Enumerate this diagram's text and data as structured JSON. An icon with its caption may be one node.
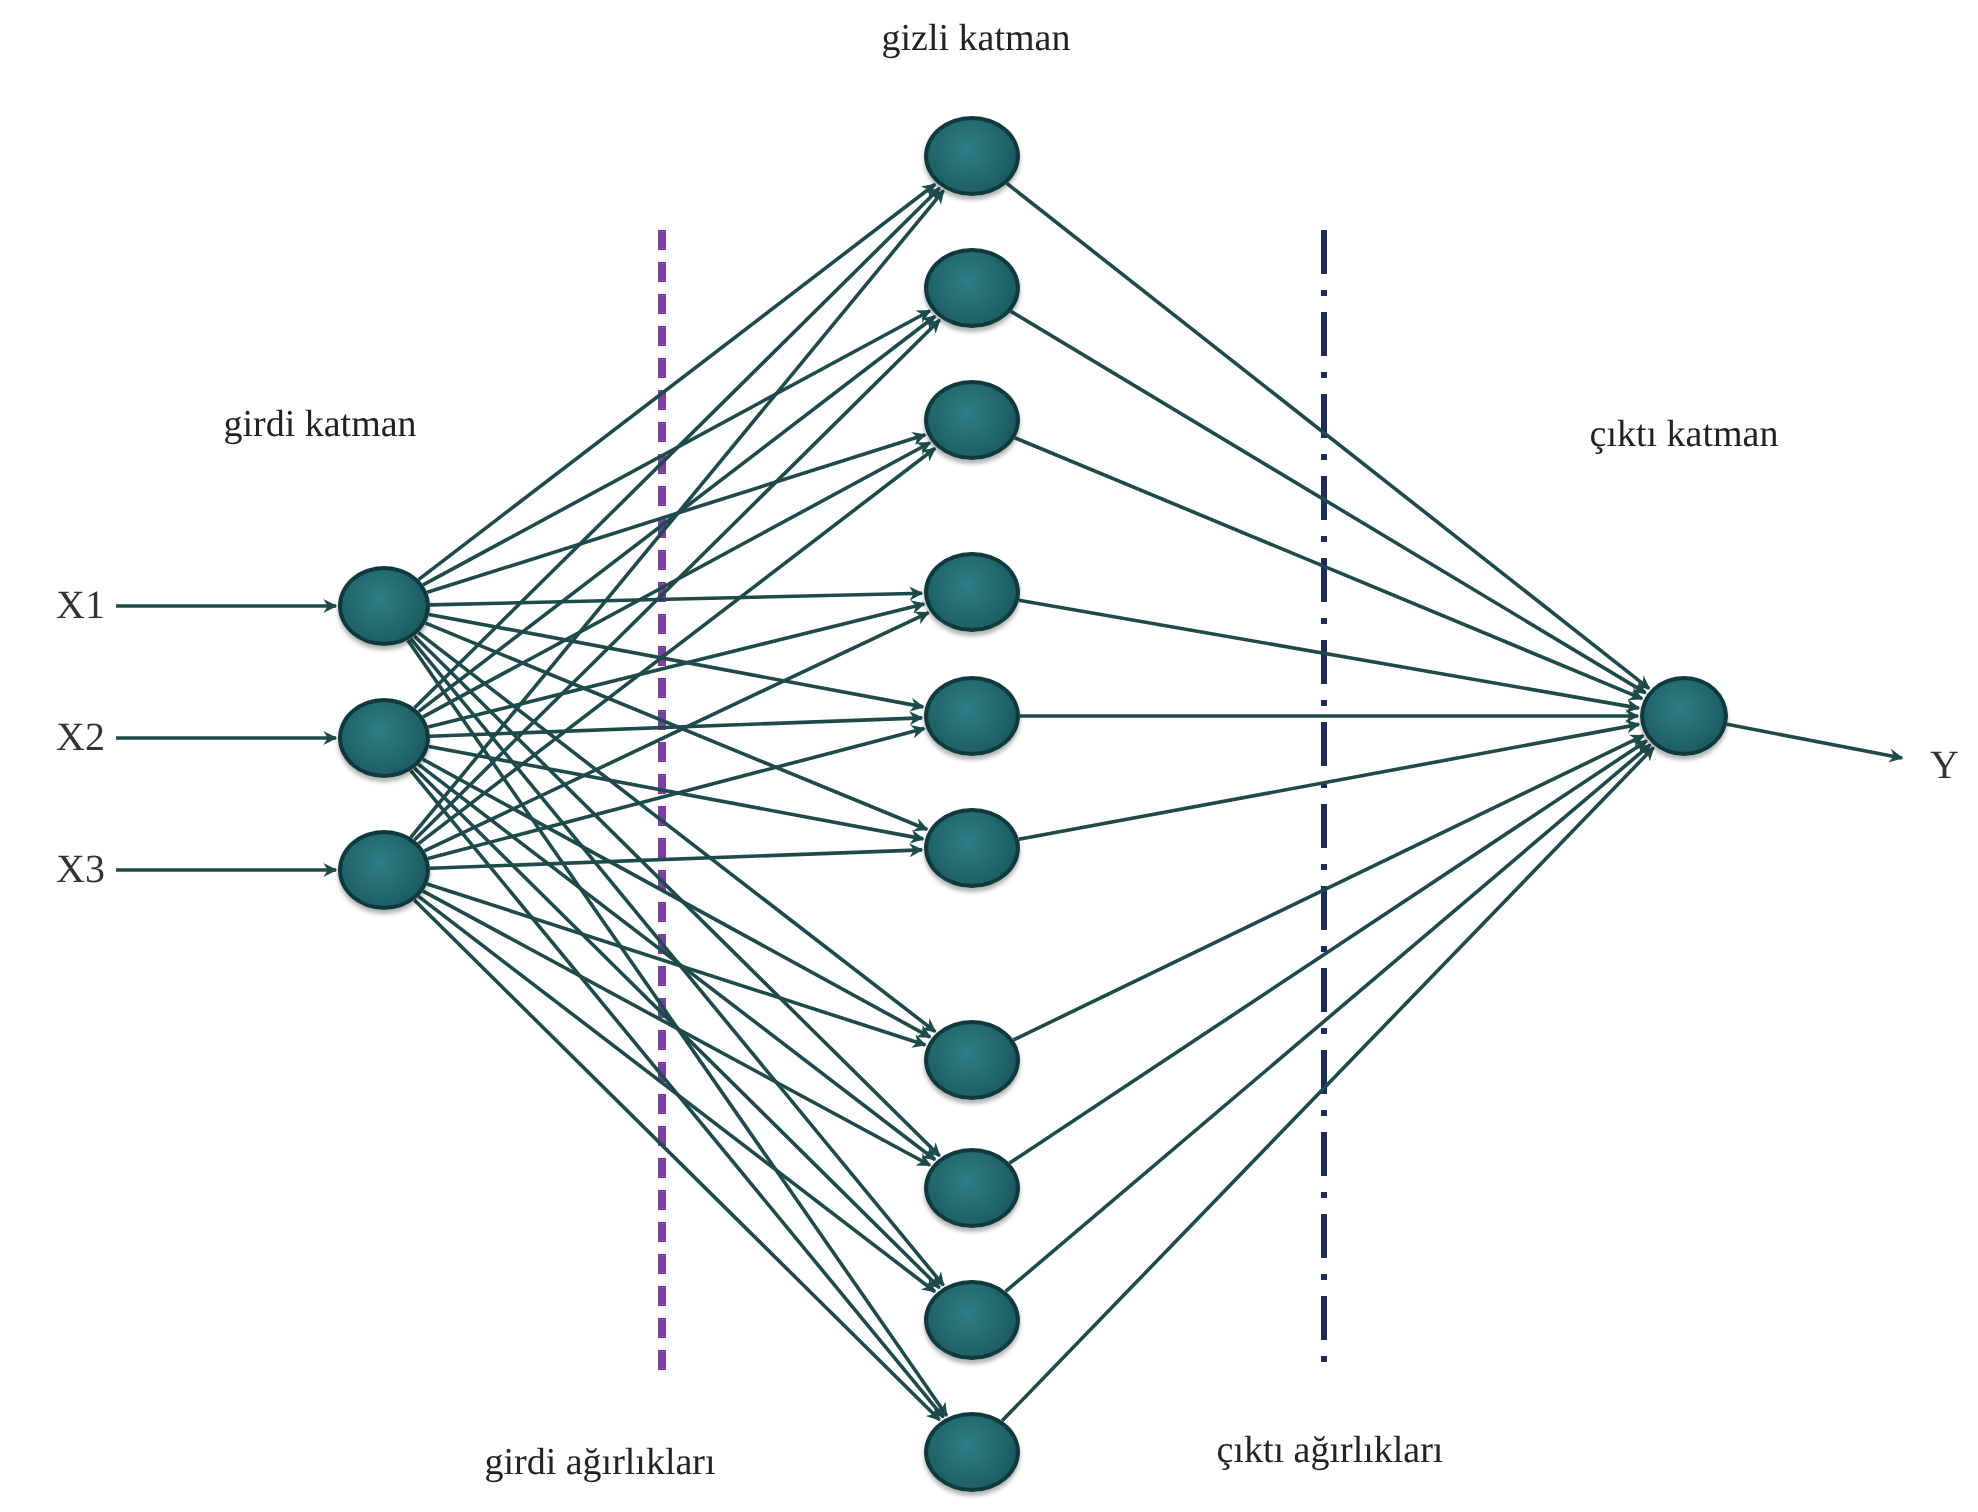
{
  "diagram": {
    "nodes": [
      {
        "text": [
          "X1"
        ]
      },
      {
        "text": [
          "X2"
        ]
      },
      {
        "text": [
          "X3"
        ]
      },
      {
        "text": [],
        "shape": "circle"
      },
      {
        "text": [],
        "shape": "circle"
      },
      {
        "text": [],
        "shape": "circle"
      },
      {
        "text": [],
        "shape": "circle"
      },
      {
        "text": [],
        "shape": "circle"
      },
      {
        "text": [],
        "shape": "circle"
      },
      {
        "text": [],
        "shape": "circle"
      },
      {
        "text": [],
        "shape": "circle"
      },
      {
        "text": [],
        "shape": "circle"
      },
      {
        "text": [],
        "shape": "circle"
      },
      {
        "text": [],
        "shape": "circle"
      },
      {
        "text": [],
        "shape": "circle"
      },
      {
        "text": [],
        "shape": "circle"
      },
      {
        "text": [],
        "shape": "circle"
      },
      {
        "text": [
          "Y"
        ]
      }
    ],
    "edges": [
      {
        "from": 0,
        "to": 3,
        "arrow": "to"
      },
      {
        "from": 1,
        "to": 4,
        "arrow": "to"
      },
      {
        "from": 2,
        "to": 5,
        "arrow": "to"
      },
      {
        "from": 3,
        "to": 6,
        "arrow": "to"
      },
      {
        "from": 3,
        "to": 7,
        "arrow": "to"
      },
      {
        "from": 3,
        "to": 8,
        "arrow": "to"
      },
      {
        "from": 3,
        "to": 9,
        "arrow": "to"
      },
      {
        "from": 3,
        "to": 10,
        "arrow": "to"
      },
      {
        "from": 3,
        "to": 11,
        "arrow": "to"
      },
      {
        "from": 3,
        "to": 12,
        "arrow": "to"
      },
      {
        "from": 3,
        "to": 13,
        "arrow": "to"
      },
      {
        "from": 3,
        "to": 14,
        "arrow": "to"
      },
      {
        "from": 3,
        "to": 15,
        "arrow": "to"
      },
      {
        "from": 4,
        "to": 6,
        "arrow": "to"
      },
      {
        "from": 4,
        "to": 7,
        "arrow": "to"
      },
      {
        "from": 4,
        "to": 8,
        "arrow": "to"
      },
      {
        "from": 4,
        "to": 9,
        "arrow": "to"
      },
      {
        "from": 4,
        "to": 10,
        "arrow": "to"
      },
      {
        "from": 4,
        "to": 11,
        "arrow": "to"
      },
      {
        "from": 4,
        "to": 12,
        "arrow": "to"
      },
      {
        "from": 4,
        "to": 13,
        "arrow": "to"
      },
      {
        "from": 4,
        "to": 14,
        "arrow": "to"
      },
      {
        "from": 4,
        "to": 15,
        "arrow": "to"
      },
      {
        "from": 5,
        "to": 6,
        "arrow": "to"
      },
      {
        "from": 5,
        "to": 7,
        "arrow": "to"
      },
      {
        "from": 5,
        "to": 8,
        "arrow": "to"
      },
      {
        "from": 5,
        "to": 9,
        "arrow": "to"
      },
      {
        "from": 5,
        "to": 10,
        "arrow": "to"
      },
      {
        "from": 5,
        "to": 11,
        "arrow": "to"
      },
      {
        "from": 5,
        "to": 12,
        "arrow": "to"
      },
      {
        "from": 5,
        "to": 13,
        "arrow": "to"
      },
      {
        "from": 5,
        "to": 14,
        "arrow": "to"
      },
      {
        "from": 5,
        "to": 15,
        "arrow": "to"
      },
      {
        "from": 6,
        "to": 16,
        "arrow": "to"
      },
      {
        "from": 7,
        "to": 16,
        "arrow": "to"
      },
      {
        "from": 8,
        "to": 16,
        "arrow": "to"
      },
      {
        "from": 9,
        "to": 16,
        "arrow": "to"
      },
      {
        "from": 10,
        "to": 16,
        "arrow": "to"
      },
      {
        "from": 11,
        "to": 16,
        "arrow": "to"
      },
      {
        "from": 12,
        "to": 16,
        "arrow": "to"
      },
      {
        "from": 13,
        "to": 16,
        "arrow": "to"
      },
      {
        "from": 14,
        "to": 16,
        "arrow": "to"
      },
      {
        "from": 15,
        "to": 16,
        "arrow": "to"
      },
      {
        "from": 16,
        "to": 17,
        "arrow": "to"
      }
    ],
    "labels": [
      "gizli katman",
      "girdi katman",
      "çıktı katman",
      "girdi ağırlıkları",
      "çıktı ağırlıkları"
    ]
  }
}
